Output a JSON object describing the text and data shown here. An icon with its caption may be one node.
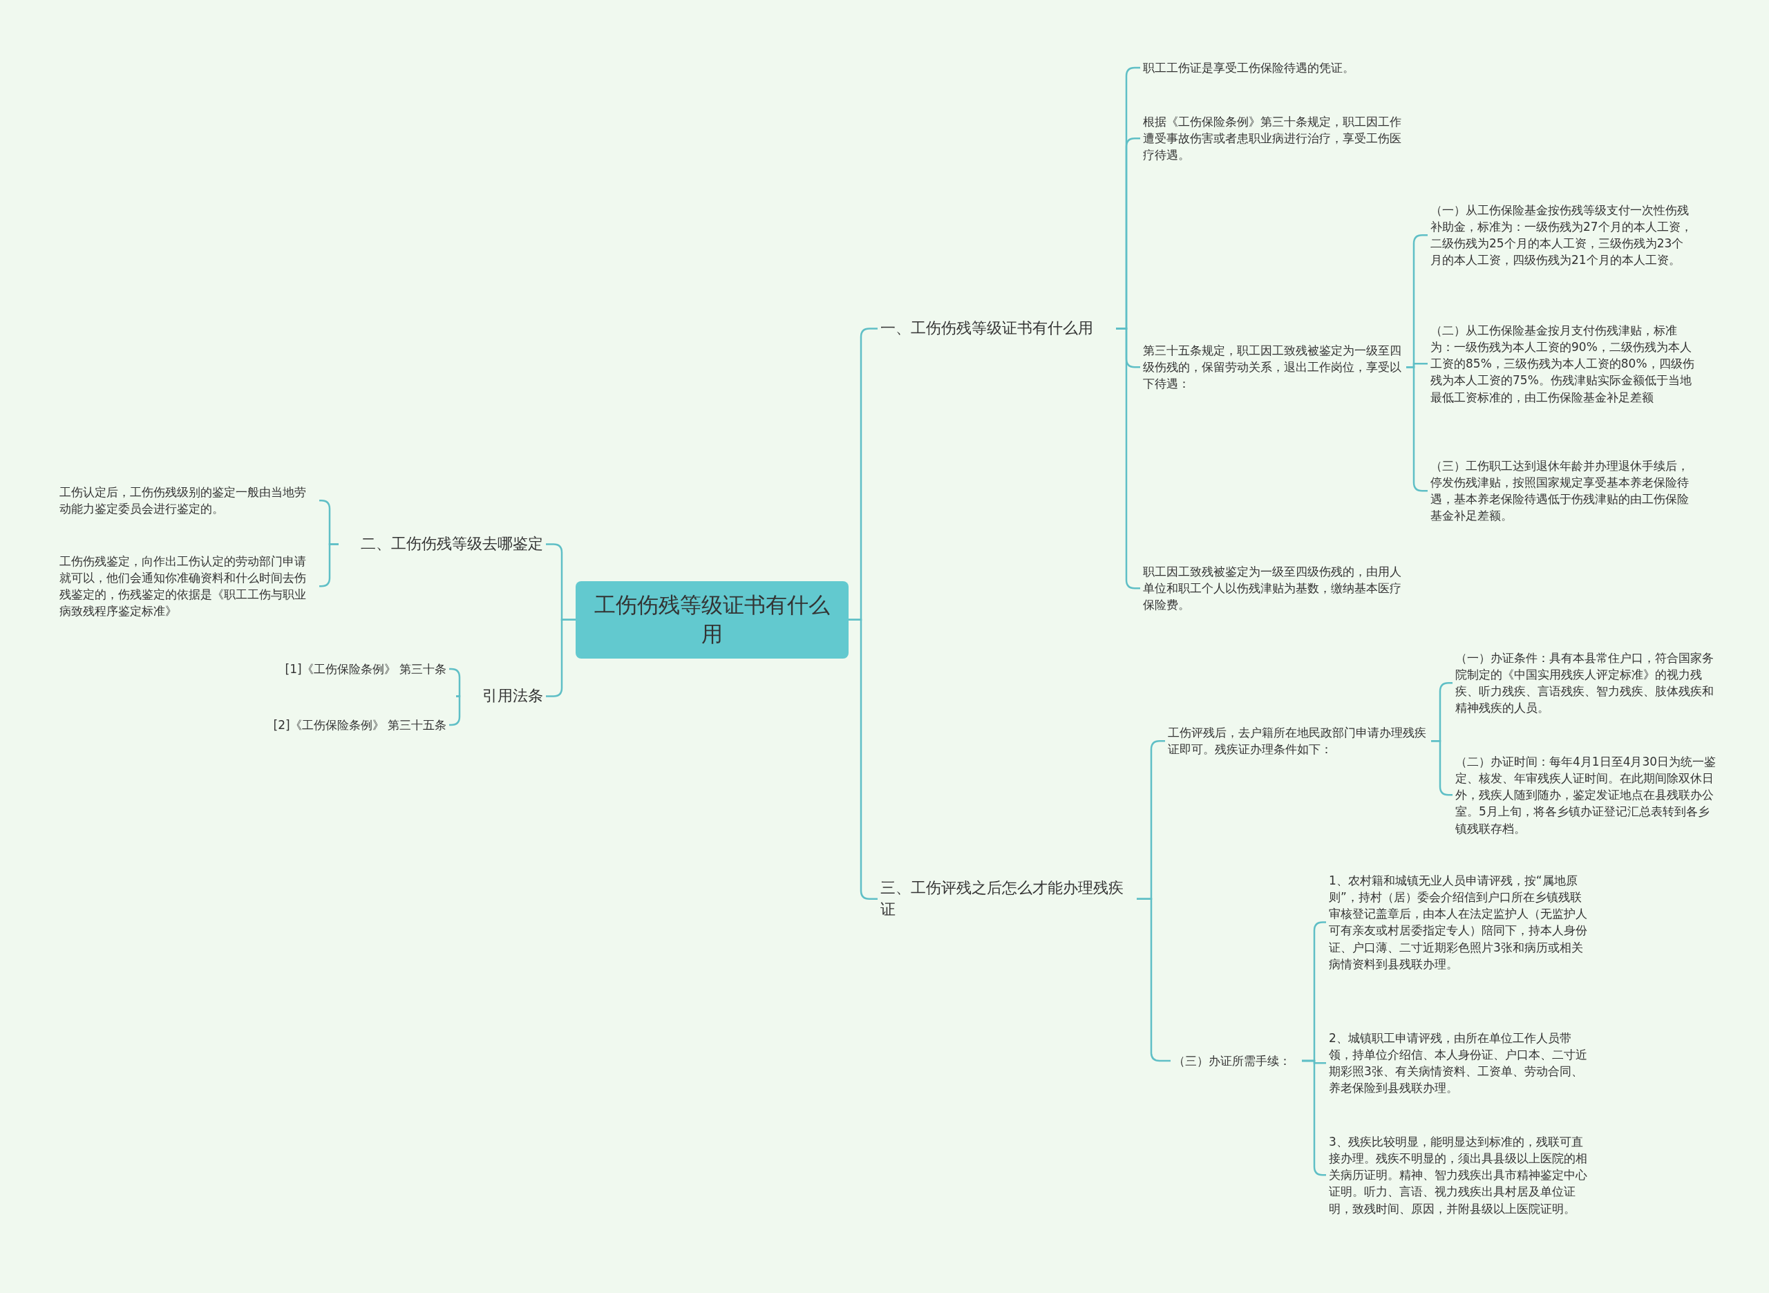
{
  "diagram": {
    "nodes": [
      {
        "text": [
          "工伤伤残等级证书有什么用"
        ]
      },
      {
        "text": [
          "一、工伤伤残等级证书有什么用"
        ]
      },
      {
        "text": [
          "职工工伤证是享受工伤保险待遇的凭证。"
        ]
      },
      {
        "text": [
          "根据《工伤保险条例》第三十条规定，职工因工作遭受事故伤害或者患职业病进行治疗，享受工伤医疗待遇。"
        ]
      },
      {
        "text": [
          "第三十五条规定，职工因工致残被鉴定为一级至四级伤残的，保留劳动关系，退出工作岗位，享受以下待遇："
        ]
      },
      {
        "text": [
          "（一）从工伤保险基金按伤残等级支付一次性伤残补助金，标准为：一级伤残为27个月的本人工资，二级伤残为25个月的本人工资，三级伤残为23个月的本人工资，四级伤残为21个月的本人工资。"
        ]
      },
      {
        "text": [
          "（二）从工伤保险基金按月支付伤残津贴，标准为：一级伤残为本人工资的90%，二级伤残为本人工资的85%，三级伤残为本人工资的80%，四级伤残为本人工资的75%。伤残津贴实际金额低于当地最低工资标准的，由工伤保险基金补足差额"
        ]
      },
      {
        "text": [
          "（三）工伤职工达到退休年龄并办理退休手续后，停发伤残津贴，按照国家规定享受基本养老保险待遇，基本养老保险待遇低于伤残津贴的由工伤保险基金补足差额。"
        ]
      },
      {
        "text": [
          "职工因工致残被鉴定为一级至四级伤残的，由用人单位和职工个人以伤残津贴为基数，缴纳基本医疗保险费。"
        ]
      },
      {
        "text": [
          "三、工伤评残之后怎么才能办理残疾证"
        ]
      },
      {
        "text": [
          "工伤评残后，去户籍所在地民政部门申请办理残疾证即可。残疾证办理条件如下："
        ]
      },
      {
        "text": [
          "（一）办证条件：具有本县常住户口，符合国家务院制定的《中国实用残疾人评定标准》的视力残疾、听力残疾、言语残疾、智力残疾、肢体残疾和精神残疾的人员。"
        ]
      },
      {
        "text": [
          "（二）办证时间：每年4月1日至4月30日为统一鉴定、核发、年审残疾人证时间。在此期间除双休日外，残疾人随到随办，鉴定发证地点在县残联办公室。5月上旬，将各乡镇办证登记汇总表转到各乡镇残联存档。"
        ]
      },
      {
        "text": [
          "（三）办证所需手续："
        ]
      },
      {
        "text": [
          "1、农村籍和城镇无业人员申请评残，按“属地原则”，持村（居）委会介绍信到户口所在乡镇残联审核登记盖章后，由本人在法定监护人（无监护人可有亲友或村居委指定专人）陪同下，持本人身份证、户口薄、二寸近期彩色照片3张和病历或相关病情资料到县残联办理。"
        ]
      },
      {
        "text": [
          "2、城镇职工申请评残，由所在单位工作人员带领，持单位介绍信、本人身份证、户口本、二寸近期彩照3张、有关病情资料、工资单、劳动合同、养老保险到县残联办理。"
        ]
      },
      {
        "text": [
          "3、残疾比较明显，能明显达到标准的，残联可直接办理。残疾不明显的，须出具县级以上医院的相关病历证明。精神、智力残疾出具市精神鉴定中心证明。听力、言语、视力残疾出具村居及单位证明，致残时间、原因，并附县级以上医院证明。"
        ]
      },
      {
        "text": [
          "二、工伤伤残等级去哪鉴定"
        ]
      },
      {
        "text": [
          "工伤认定后，工伤伤残级别的鉴定一般由当地劳动能力鉴定委员会进行鉴定的。"
        ]
      },
      {
        "text": [
          "工伤伤残鉴定，向作出工伤认定的劳动部门申请就可以，他们会通知你准确资料和什么时间去伤残鉴定的，伤残鉴定的依据是《职工工伤与职业病致残程序鉴定标准》"
        ]
      },
      {
        "text": [
          "引用法条"
        ]
      },
      {
        "text": [
          "[1]《工伤保险条例》 第三十条"
        ]
      },
      {
        "text": [
          "[2]《工伤保险条例》 第三十五条"
        ]
      }
    ],
    "edges": [
      {
        "from": 0,
        "to": 1,
        "arrow": "none"
      },
      {
        "from": 0,
        "to": 9,
        "arrow": "none"
      },
      {
        "from": 0,
        "to": 17,
        "arrow": "none"
      },
      {
        "from": 0,
        "to": 20,
        "arrow": "none"
      },
      {
        "from": 1,
        "to": 2,
        "arrow": "none"
      },
      {
        "from": 1,
        "to": 3,
        "arrow": "none"
      },
      {
        "from": 1,
        "to": 4,
        "arrow": "none"
      },
      {
        "from": 1,
        "to": 8,
        "arrow": "none"
      },
      {
        "from": 4,
        "to": 5,
        "arrow": "none"
      },
      {
        "from": 4,
        "to": 6,
        "arrow": "none"
      },
      {
        "from": 4,
        "to": 7,
        "arrow": "none"
      },
      {
        "from": 9,
        "to": 10,
        "arrow": "none"
      },
      {
        "from": 9,
        "to": 13,
        "arrow": "none"
      },
      {
        "from": 10,
        "to": 11,
        "arrow": "none"
      },
      {
        "from": 10,
        "to": 12,
        "arrow": "none"
      },
      {
        "from": 13,
        "to": 14,
        "arrow": "none"
      },
      {
        "from": 13,
        "to": 15,
        "arrow": "none"
      },
      {
        "from": 13,
        "to": 16,
        "arrow": "none"
      },
      {
        "from": 17,
        "to": 18,
        "arrow": "none"
      },
      {
        "from": 17,
        "to": 19,
        "arrow": "none"
      },
      {
        "from": 20,
        "to": 21,
        "arrow": "none"
      },
      {
        "from": 20,
        "to": 22,
        "arrow": "none"
      }
    ]
  }
}
